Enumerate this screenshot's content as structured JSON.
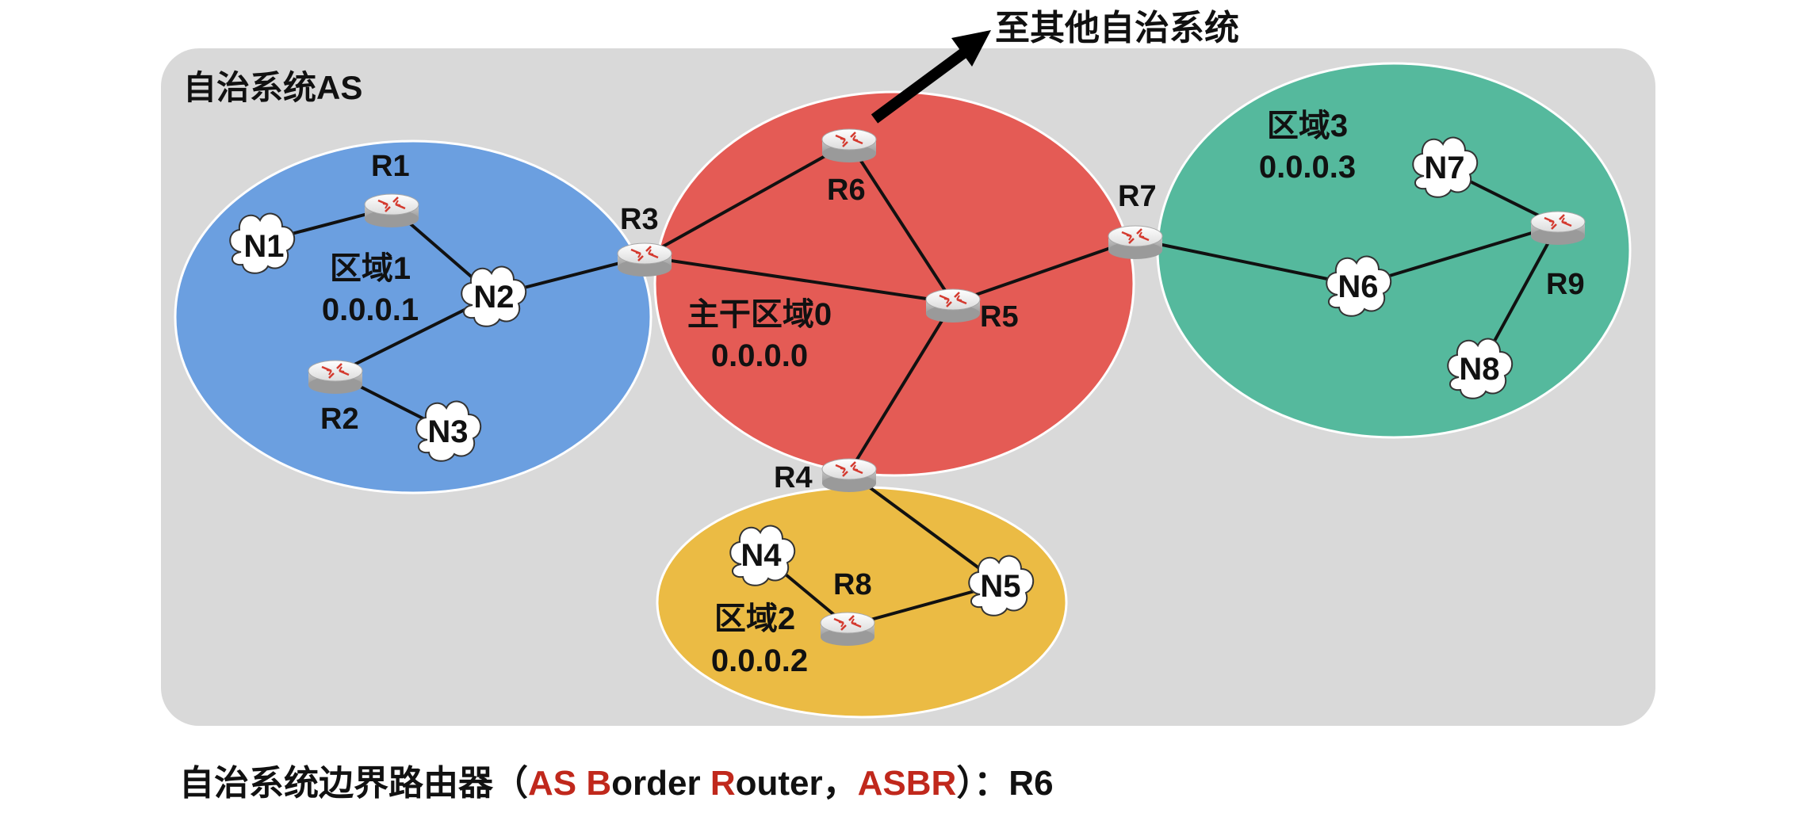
{
  "as_title": "自治系统AS",
  "other_as_label": "至其他自治系统",
  "areas": {
    "area1": {
      "name": "区域1",
      "id": "0.0.0.1",
      "color": "#6b9fe0"
    },
    "area0": {
      "name": "主干区域0",
      "id": "0.0.0.0",
      "color": "#e45b55"
    },
    "area2": {
      "name": "区域2",
      "id": "0.0.0.2",
      "color": "#ebbb44"
    },
    "area3": {
      "name": "区域3",
      "id": "0.0.0.3",
      "color": "#55b99d"
    }
  },
  "routers": {
    "R1": "R1",
    "R2": "R2",
    "R3": "R3",
    "R4": "R4",
    "R5": "R5",
    "R6": "R6",
    "R7": "R7",
    "R8": "R8",
    "R9": "R9"
  },
  "networks": {
    "N1": "N1",
    "N2": "N2",
    "N3": "N3",
    "N4": "N4",
    "N5": "N5",
    "N6": "N6",
    "N7": "N7",
    "N8": "N8"
  },
  "legend": {
    "prefix": "自治系统边界路由器（",
    "a1": "AS ",
    "b_red": "B",
    "b_rest": "order ",
    "r_red": "R",
    "r_rest": "outer",
    "sep": "，",
    "asbr": "ASBR",
    "suffix": "）：R6"
  },
  "colors": {
    "as_bg": "#d9d9d9",
    "highlight": "#c0281c"
  }
}
